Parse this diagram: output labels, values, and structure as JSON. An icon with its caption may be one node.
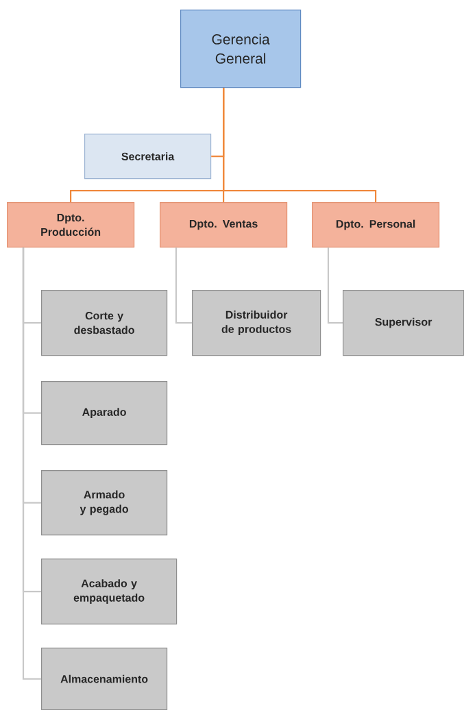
{
  "diagram": {
    "nodes": [
      {
        "text": [
          "Gerencia General"
        ]
      },
      {
        "text": [
          "Secretaria"
        ]
      },
      {
        "text": [
          "Dpto. Producción"
        ]
      },
      {
        "text": [
          "Dpto. Ventas"
        ]
      },
      {
        "text": [
          "Dpto. Personal"
        ]
      },
      {
        "text": [
          "Corte y desbastado"
        ]
      },
      {
        "text": [
          "Distribuidor de productos"
        ]
      },
      {
        "text": [
          "Supervisor"
        ]
      },
      {
        "text": [
          "Aparado"
        ]
      },
      {
        "text": [
          "Armado y pegado"
        ]
      },
      {
        "text": [
          "Acabado y empaquetado"
        ]
      },
      {
        "text": [
          "Almacenamiento"
        ]
      }
    ],
    "edges": [
      {
        "from": 0,
        "to": 1,
        "arrow": "none",
        "color": "#f0883c"
      },
      {
        "from": 0,
        "to": 2,
        "arrow": "none",
        "color": "#f0883c"
      },
      {
        "from": 0,
        "to": 3,
        "arrow": "none",
        "color": "#f0883c"
      },
      {
        "from": 0,
        "to": 4,
        "arrow": "none",
        "color": "#f0883c"
      },
      {
        "from": 2,
        "to": 5,
        "arrow": "none"
      },
      {
        "from": 2,
        "to": 8,
        "arrow": "none"
      },
      {
        "from": 2,
        "to": 9,
        "arrow": "none"
      },
      {
        "from": 2,
        "to": 10,
        "arrow": "none"
      },
      {
        "from": 2,
        "to": 11,
        "arrow": "none"
      },
      {
        "from": 3,
        "to": 6,
        "arrow": "none"
      },
      {
        "from": 4,
        "to": 7,
        "arrow": "none"
      }
    ]
  }
}
